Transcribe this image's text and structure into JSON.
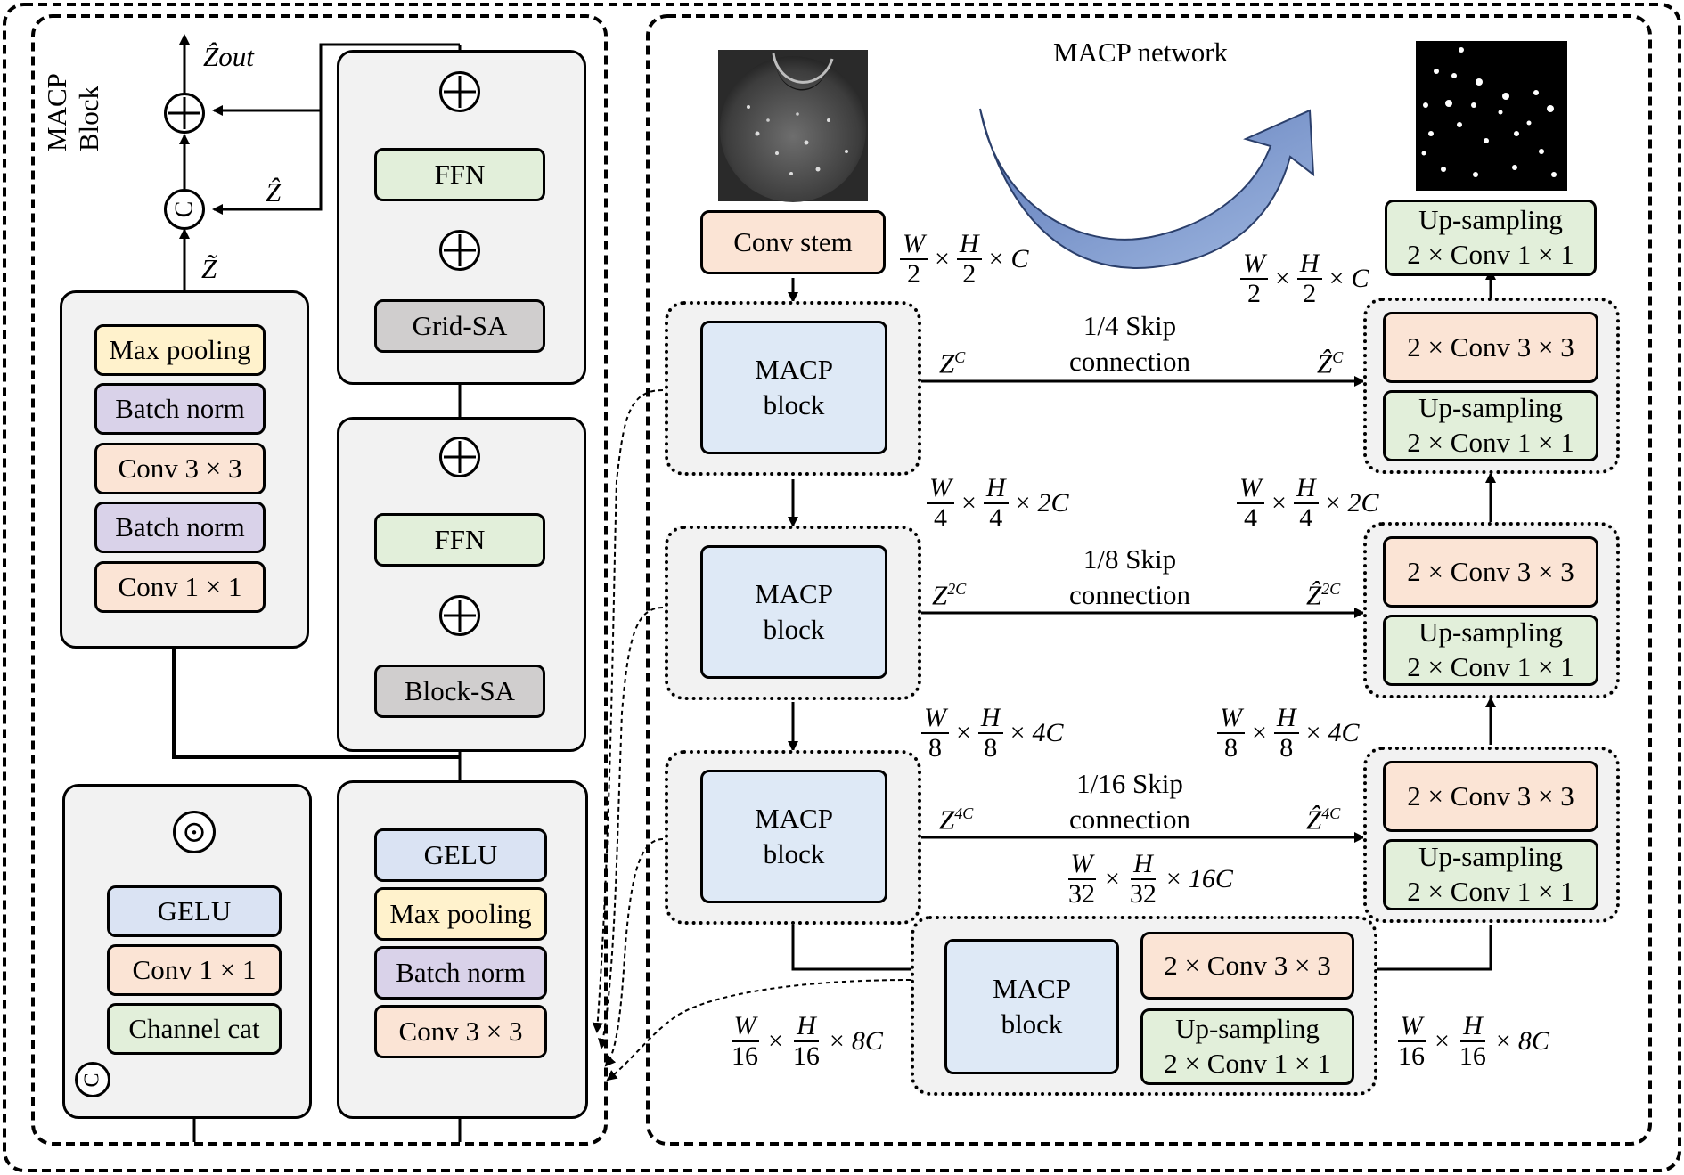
{
  "macp_block_panel": {
    "title": "MACP\nBlock",
    "z_out": "Ẑout",
    "z_hat": "Ẑ",
    "z_tilde": "Z̃",
    "cnn_stack": [
      "Max pooling",
      "Batch norm",
      "Conv 3 × 3",
      "Batch norm",
      "Conv 1 × 1"
    ],
    "grid_branch": {
      "ffn": "FFN",
      "attention": "Grid-SA"
    },
    "block_branch": {
      "ffn": "FFN",
      "attention": "Block-SA"
    },
    "gate_stack": [
      "GELU",
      "Conv 1 × 1",
      "Channel cat"
    ],
    "stem_stack": [
      "GELU",
      "Max pooling",
      "Batch norm",
      "Conv 3 × 3"
    ],
    "concat_symbol": "C",
    "product_symbol": "⊙"
  },
  "macp_network": {
    "title": "MACP network",
    "conv_stem": "Conv stem",
    "encoder_blocks": [
      {
        "label": "MACP\nblock",
        "feature": "Z",
        "feature_sup": "C",
        "skip": "1/4 Skip\nconnection",
        "skip_feature_sup": "C"
      },
      {
        "label": "MACP\nblock",
        "feature": "Z",
        "feature_sup": "2C",
        "skip": "1/8 Skip\nconnection",
        "skip_feature_sup": "2C"
      },
      {
        "label": "MACP\nblock",
        "feature": "Z",
        "feature_sup": "4C",
        "skip": "1/16 Skip\nconnection",
        "skip_feature_sup": "4C"
      }
    ],
    "bottleneck": {
      "label": "MACP\nblock",
      "conv": "2 × Conv 3 × 3",
      "up": "Up-sampling\n2 × Conv 1 × 1"
    },
    "decoder_blocks": [
      {
        "conv": "2 × Conv 3 × 3",
        "up": "Up-sampling\n2 × Conv 1 × 1"
      },
      {
        "conv": "2 × Conv 3 × 3",
        "up": "Up-sampling\n2 × Conv 1 × 1"
      },
      {
        "conv": "2 × Conv 3 × 3",
        "up": "Up-sampling\n2 × Conv 1 × 1"
      }
    ],
    "final_head": "Up-sampling\n2 × Conv 1 × 1",
    "dimensions": {
      "stem": {
        "w": "W",
        "wd": "2",
        "h": "H",
        "hd": "2",
        "c": "C"
      },
      "dec_top": {
        "w": "W",
        "wd": "2",
        "h": "H",
        "hd": "2",
        "c": "C"
      },
      "enc1": {
        "w": "W",
        "wd": "4",
        "h": "H",
        "hd": "4",
        "c": "2C"
      },
      "dec1": {
        "w": "W",
        "wd": "4",
        "h": "H",
        "hd": "4",
        "c": "2C"
      },
      "enc2": {
        "w": "W",
        "wd": "8",
        "h": "H",
        "hd": "8",
        "c": "4C"
      },
      "dec2": {
        "w": "W",
        "wd": "8",
        "h": "H",
        "hd": "8",
        "c": "4C"
      },
      "enc3": {
        "w": "W",
        "wd": "32",
        "h": "H",
        "hd": "32",
        "c": "16C"
      },
      "bott_in": {
        "w": "W",
        "wd": "16",
        "h": "H",
        "hd": "16",
        "c": "8C"
      },
      "bott_out": {
        "w": "W",
        "wd": "16",
        "h": "H",
        "hd": "16",
        "c": "8C"
      }
    }
  },
  "colors": {
    "orange": "#fbe4d5",
    "green": "#e2efda",
    "blue": "#dae3f3",
    "purple": "#d9d2e9",
    "yellow": "#fff2cc",
    "gray": "#d0cece",
    "macp": "#dee9f6",
    "arrow_blue": "#6f8fc9"
  }
}
